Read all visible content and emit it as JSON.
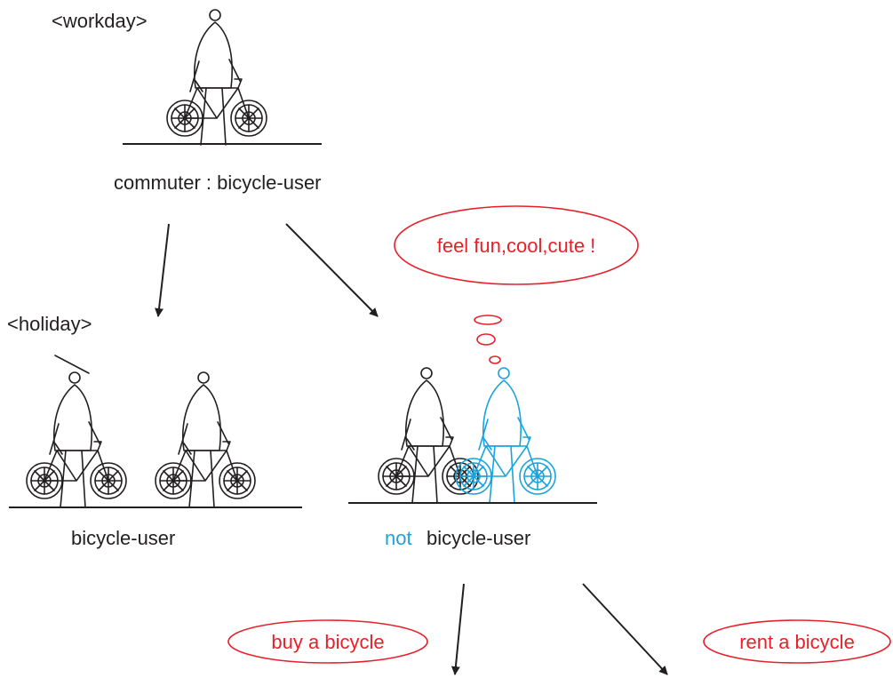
{
  "labels": {
    "workday": "<workday>",
    "commuter": "commuter  : bicycle-user",
    "holiday": "<holiday>",
    "holiday_user": "bicycle-user",
    "not_word": "not",
    "not_user": "bicycle-user"
  },
  "thoughts": {
    "feel": "feel fun,cool,cute !",
    "buy": "buy a bicycle",
    "rent": "rent a bicycle"
  },
  "colors": {
    "ink": "#231f20",
    "accent_red": "#e8202a",
    "accent_blue": "#1aa3dc"
  }
}
